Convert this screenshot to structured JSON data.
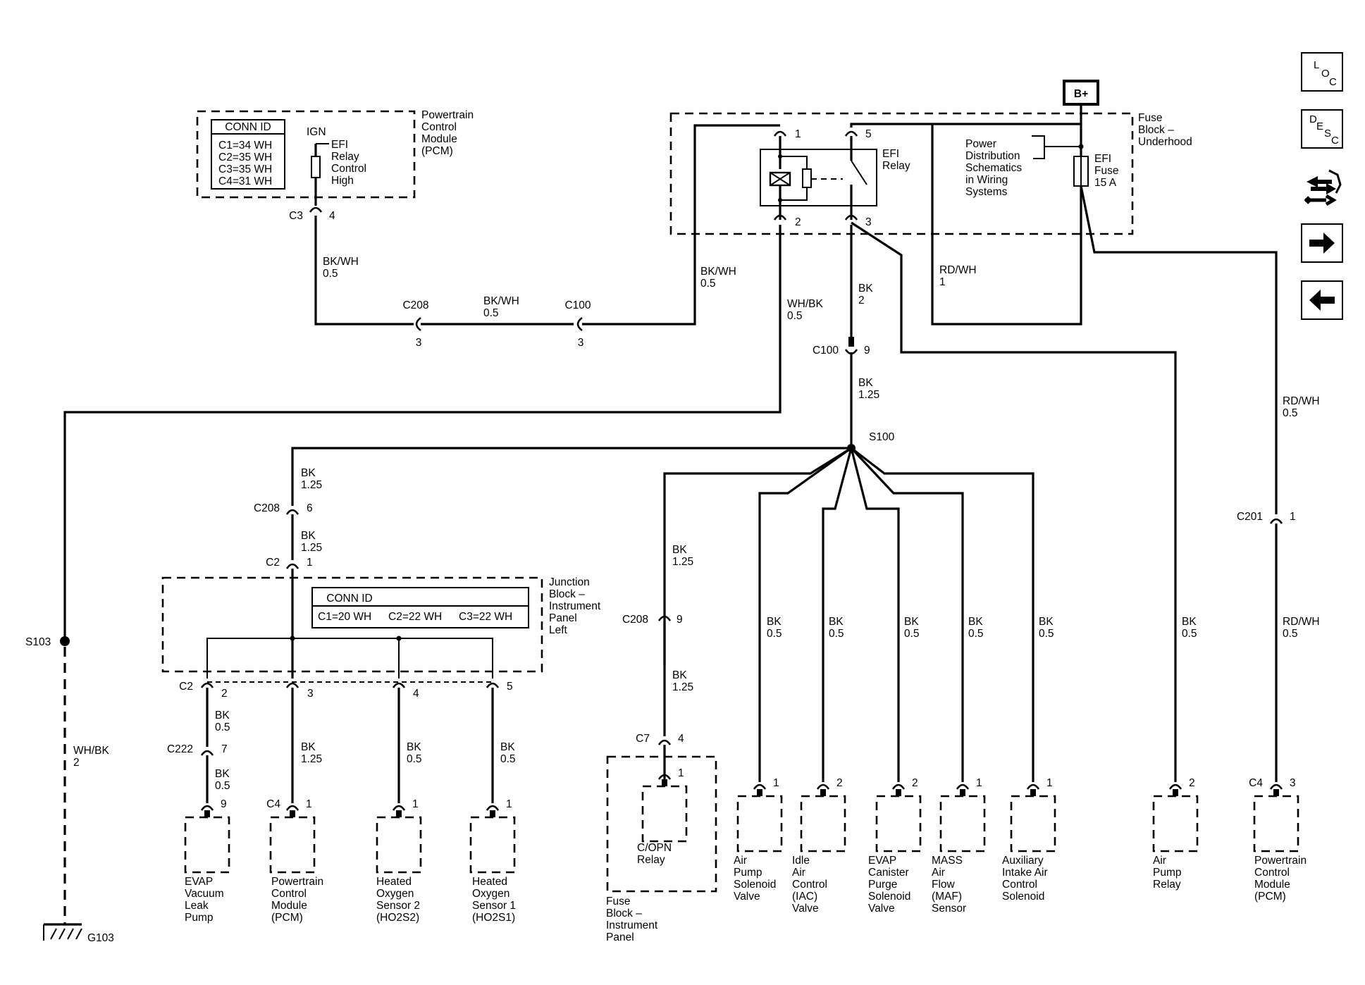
{
  "modules": {
    "pcm_top": {
      "title_lines": [
        "Powertrain",
        "Control",
        "Module",
        "(PCM)"
      ],
      "conn_id_header": "CONN ID",
      "conn_ids": [
        "C1=34 WH",
        "C2=35 WH",
        "C3=35 WH",
        "C4=31 WH"
      ],
      "ign_label": "IGN",
      "efi_lines": [
        "EFI",
        "Relay",
        "Control",
        "High"
      ],
      "connector": "C3",
      "pin": "4"
    },
    "fuse_block_underhood": {
      "title_lines": [
        "Fuse",
        "Block –",
        "Underhood"
      ],
      "battery_label": "B+",
      "relay_lines": [
        "EFI",
        "Relay"
      ],
      "relay_pins": {
        "p1": "1",
        "p5": "5",
        "p2": "2",
        "p3": "3"
      },
      "power_dist_lines": [
        "Power",
        "Distribution",
        "Schematics",
        "in Wiring",
        "Systems"
      ],
      "fuse_lines": [
        "EFI",
        "Fuse",
        "15 A"
      ]
    },
    "junction_block": {
      "title_lines": [
        "Junction",
        "Block –",
        "Instrument",
        "Panel",
        "Left"
      ],
      "conn_id_header": "CONN ID",
      "conn_ids": [
        "C1=20 WH",
        "C2=22 WH",
        "C3=22 WH"
      ]
    },
    "fuse_block_ip": {
      "title_lines": [
        "Fuse",
        "Block –",
        "Instrument",
        "Panel"
      ],
      "relay_lines": [
        "C/OPN",
        "Relay"
      ]
    }
  },
  "wires": {
    "pcm_bkwh": {
      "color": "BK/WH",
      "size": "0.5"
    },
    "mid_bkwh": {
      "color": "BK/WH",
      "size": "0.5"
    },
    "relay_bkwh": {
      "color": "BK/WH",
      "size": "0.5"
    },
    "whbk_top": {
      "color": "WH/BK",
      "size": "0.5"
    },
    "bk_relay": {
      "color": "BK",
      "size": "2"
    },
    "rdwh_fuse": {
      "color": "RD/WH",
      "size": "1"
    },
    "bk_c100": {
      "color": "BK",
      "size": "1.25"
    },
    "rdwh_right": {
      "color": "RD/WH",
      "size": "0.5"
    },
    "rdwh_right2": {
      "color": "RD/WH",
      "size": "0.5"
    },
    "bk_jb1": {
      "color": "BK",
      "size": "1.25"
    },
    "bk_jb2": {
      "color": "BK",
      "size": "1.25"
    },
    "bk_c208_9a": {
      "color": "BK",
      "size": "1.25"
    },
    "bk_c208_9b": {
      "color": "BK",
      "size": "1.25"
    },
    "whbk_ground": {
      "color": "WH/BK",
      "size": "2"
    },
    "bk_evap1": {
      "color": "BK",
      "size": "0.5"
    },
    "bk_evap2": {
      "color": "BK",
      "size": "0.5"
    },
    "bk_pcm": {
      "color": "BK",
      "size": "1.25"
    },
    "bk_ho2s2": {
      "color": "BK",
      "size": "0.5"
    },
    "bk_ho2s1": {
      "color": "BK",
      "size": "0.5"
    },
    "bk_airpump_sol": {
      "color": "BK",
      "size": "0.5"
    },
    "bk_iac": {
      "color": "BK",
      "size": "0.5"
    },
    "bk_canister": {
      "color": "BK",
      "size": "0.5"
    },
    "bk_maf": {
      "color": "BK",
      "size": "0.5"
    },
    "bk_aux": {
      "color": "BK",
      "size": "0.5"
    },
    "bk_airpump_relay": {
      "color": "BK",
      "size": "0.5"
    }
  },
  "connectors": {
    "c208_top": {
      "name": "C208",
      "pin": "3"
    },
    "c100_top": {
      "name": "C100",
      "pin": "3"
    },
    "c100_mid": {
      "name": "C100",
      "pin": "9"
    },
    "c208_6": {
      "name": "C208",
      "pin": "6"
    },
    "c2_1": {
      "name": "C2",
      "pin": "1"
    },
    "c2_row": {
      "name": "C2",
      "pins": [
        "2",
        "3",
        "4",
        "5"
      ]
    },
    "c222": {
      "name": "C222",
      "pin": "7"
    },
    "c208_9": {
      "name": "C208",
      "pin": "9"
    },
    "c7": {
      "name": "C7",
      "pin": "4"
    },
    "c201": {
      "name": "C201",
      "pin": "1"
    },
    "c4_pcm": {
      "name": "C4",
      "pin": "1"
    },
    "c4_right": {
      "name": "C4",
      "pin": "3"
    }
  },
  "splices": {
    "s100": "S100",
    "s103": "S103"
  },
  "ground": {
    "label": "G103"
  },
  "components": [
    {
      "id": "evap_pump",
      "pin": "9",
      "lines": [
        "EVAP",
        "Vacuum",
        "Leak",
        "Pump"
      ]
    },
    {
      "id": "pcm_bottom",
      "pin": "1",
      "lines": [
        "Powertrain",
        "Control",
        "Module",
        "(PCM)"
      ]
    },
    {
      "id": "ho2s2",
      "pin": "1",
      "lines": [
        "Heated",
        "Oxygen",
        "Sensor 2",
        "(HO2S2)"
      ]
    },
    {
      "id": "ho2s1",
      "pin": "1",
      "lines": [
        "Heated",
        "Oxygen",
        "Sensor 1",
        "(HO2S1)"
      ]
    },
    {
      "id": "copn_relay",
      "pin": "1",
      "lines": [
        "C/OPN",
        "Relay"
      ]
    },
    {
      "id": "air_pump_valve",
      "pin": "1",
      "lines": [
        "Air",
        "Pump",
        "Solenoid",
        "Valve"
      ]
    },
    {
      "id": "iac_valve",
      "pin": "2",
      "lines": [
        "Idle",
        "Air",
        "Control",
        "(IAC)",
        "Valve"
      ]
    },
    {
      "id": "evap_canister",
      "pin": "2",
      "lines": [
        "EVAP",
        "Canister",
        "Purge",
        "Solenoid",
        "Valve"
      ]
    },
    {
      "id": "maf_sensor",
      "pin": "1",
      "lines": [
        "MASS",
        "Air",
        "Flow",
        "(MAF)",
        "Sensor"
      ]
    },
    {
      "id": "aux_solenoid",
      "pin": "1",
      "lines": [
        "Auxiliary",
        "Intake Air",
        "Control",
        "Solenoid"
      ]
    },
    {
      "id": "air_pump_relay",
      "pin": "2",
      "lines": [
        "Air",
        "Pump",
        "Relay"
      ]
    },
    {
      "id": "pcm_right",
      "pin": "3",
      "lines": [
        "Powertrain",
        "Control",
        "Module",
        "(PCM)"
      ]
    }
  ],
  "nav_buttons": {
    "loc": {
      "letters": [
        "L",
        "O",
        "C"
      ]
    },
    "desc": {
      "letters": [
        "D",
        "E",
        "S",
        "C"
      ]
    }
  }
}
